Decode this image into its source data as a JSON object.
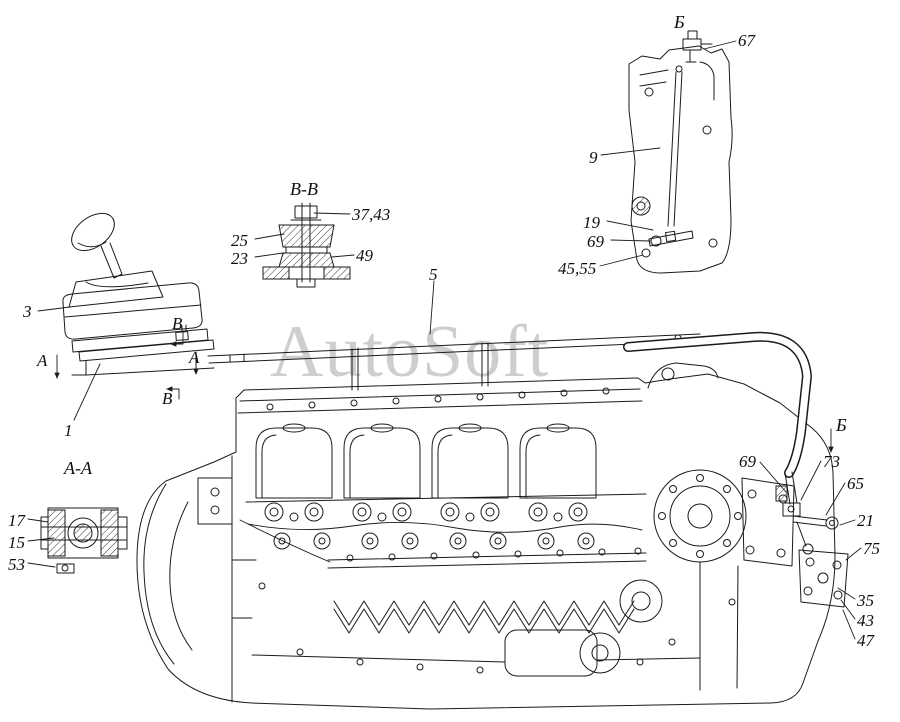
{
  "watermark": "AutoSoft",
  "titles": {
    "view_b": "Б",
    "section_bb": "В-В",
    "section_aa": "А-А",
    "view_b_arrow": "Б"
  },
  "markers": {
    "b_upper": "В",
    "b_lower": "В",
    "a_left": "А",
    "a_right": "А"
  },
  "callouts": [
    {
      "text": "67"
    },
    {
      "text": "9"
    },
    {
      "text": "19"
    },
    {
      "text": "69"
    },
    {
      "text": "45,55"
    },
    {
      "text": "37,43"
    },
    {
      "text": "25"
    },
    {
      "text": "23"
    },
    {
      "text": "49"
    },
    {
      "text": "3"
    },
    {
      "text": "1"
    },
    {
      "text": "5"
    },
    {
      "text": "69"
    },
    {
      "text": "73"
    },
    {
      "text": "65"
    },
    {
      "text": "21"
    },
    {
      "text": "75"
    },
    {
      "text": "35"
    },
    {
      "text": "43"
    },
    {
      "text": "47"
    },
    {
      "text": "17"
    },
    {
      "text": "15"
    },
    {
      "text": "53"
    }
  ]
}
